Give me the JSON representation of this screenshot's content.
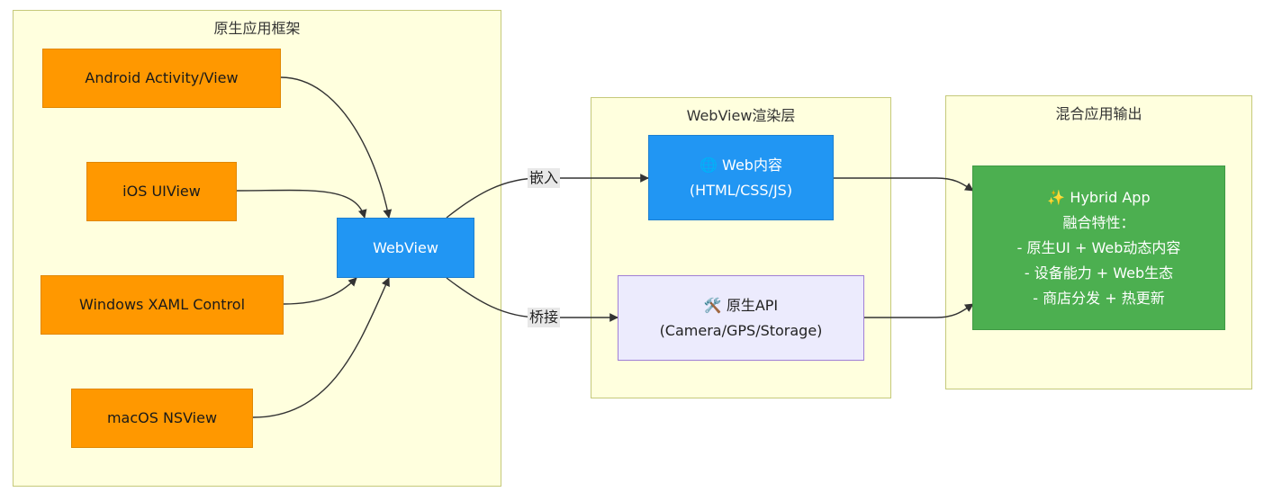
{
  "clusters": {
    "native": {
      "title": "原生应用框架"
    },
    "render": {
      "title": "WebView渲染层"
    },
    "output": {
      "title": "混合应用输出"
    }
  },
  "nodes": {
    "android": {
      "label": "Android Activity/View"
    },
    "ios": {
      "label": "iOS UIView"
    },
    "windows": {
      "label": "Windows XAML Control"
    },
    "macos": {
      "label": "macOS NSView"
    },
    "webview": {
      "label": "WebView"
    },
    "webcontent": {
      "icon": "globe-icon",
      "line1": "🌐 Web内容",
      "line2": "(HTML/CSS/JS)"
    },
    "nativeapi": {
      "icon": "tools-icon",
      "line1": "🛠️ 原生API",
      "line2": "(Camera/GPS/Storage)"
    },
    "hybrid": {
      "icon": "sparkles-icon",
      "line1": "✨ Hybrid App",
      "line2": "融合特性：",
      "line3": "- 原生UI + Web动态内容",
      "line4": "- 设备能力 + Web生态",
      "line5": "- 商店分发 + 热更新"
    }
  },
  "edges": {
    "embed_label": "嵌入",
    "bridge_label": "桥接"
  },
  "colors": {
    "cluster_fill": "#ffffde",
    "orange": "#ff9800",
    "blue": "#2196f3",
    "lavender": "#ecebfd",
    "green": "#4caf50"
  }
}
